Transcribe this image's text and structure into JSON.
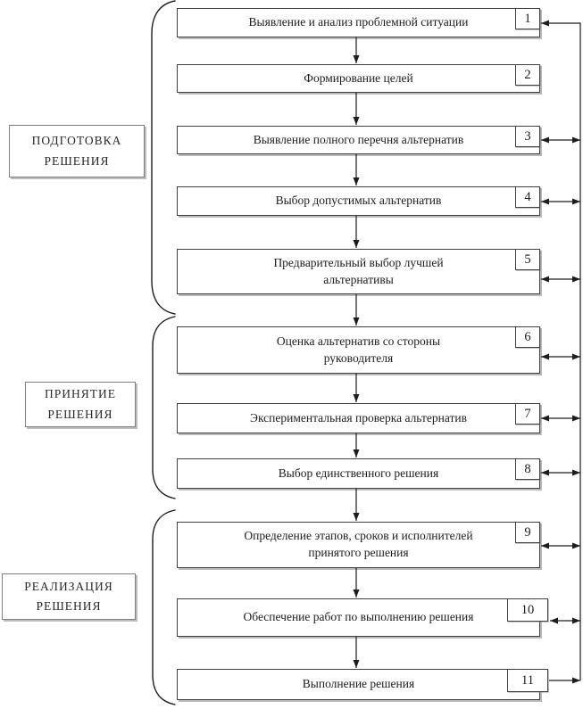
{
  "stages": [
    {
      "label": "ПОДГОТОВКА\nРЕШЕНИЯ"
    },
    {
      "label": "ПРИНЯТИЕ\nРЕШЕНИЯ"
    },
    {
      "label": "РЕАЛИЗАЦИЯ\nРЕШЕНИЯ"
    }
  ],
  "steps": [
    {
      "num": "1",
      "label": "Выявление и анализ проблемной ситуации"
    },
    {
      "num": "2",
      "label": "Формирование целей"
    },
    {
      "num": "3",
      "label": "Выявление полного перечня альтернатив"
    },
    {
      "num": "4",
      "label": "Выбор допустимых альтернатив"
    },
    {
      "num": "5",
      "label": "Предварительный выбор лучшей\nальтернативы"
    },
    {
      "num": "6",
      "label": "Оценка альтернатив со стороны\nруководителя"
    },
    {
      "num": "7",
      "label": "Экспериментальная проверка альтернатив"
    },
    {
      "num": "8",
      "label": "Выбор единственного решения"
    },
    {
      "num": "9",
      "label": "Определение этапов, сроков и исполнителей\nпринятого решения"
    },
    {
      "num": "10",
      "label": "Обеспечение работ по выполнению решения"
    },
    {
      "num": "11",
      "label": "Выполнение решения"
    }
  ],
  "colors": {
    "line": "#1c1c1c",
    "box_border": "#3f3f3f",
    "stage_border": "#7f7f7f",
    "shadow": "#9c9c9c",
    "background": "#ffffff"
  }
}
